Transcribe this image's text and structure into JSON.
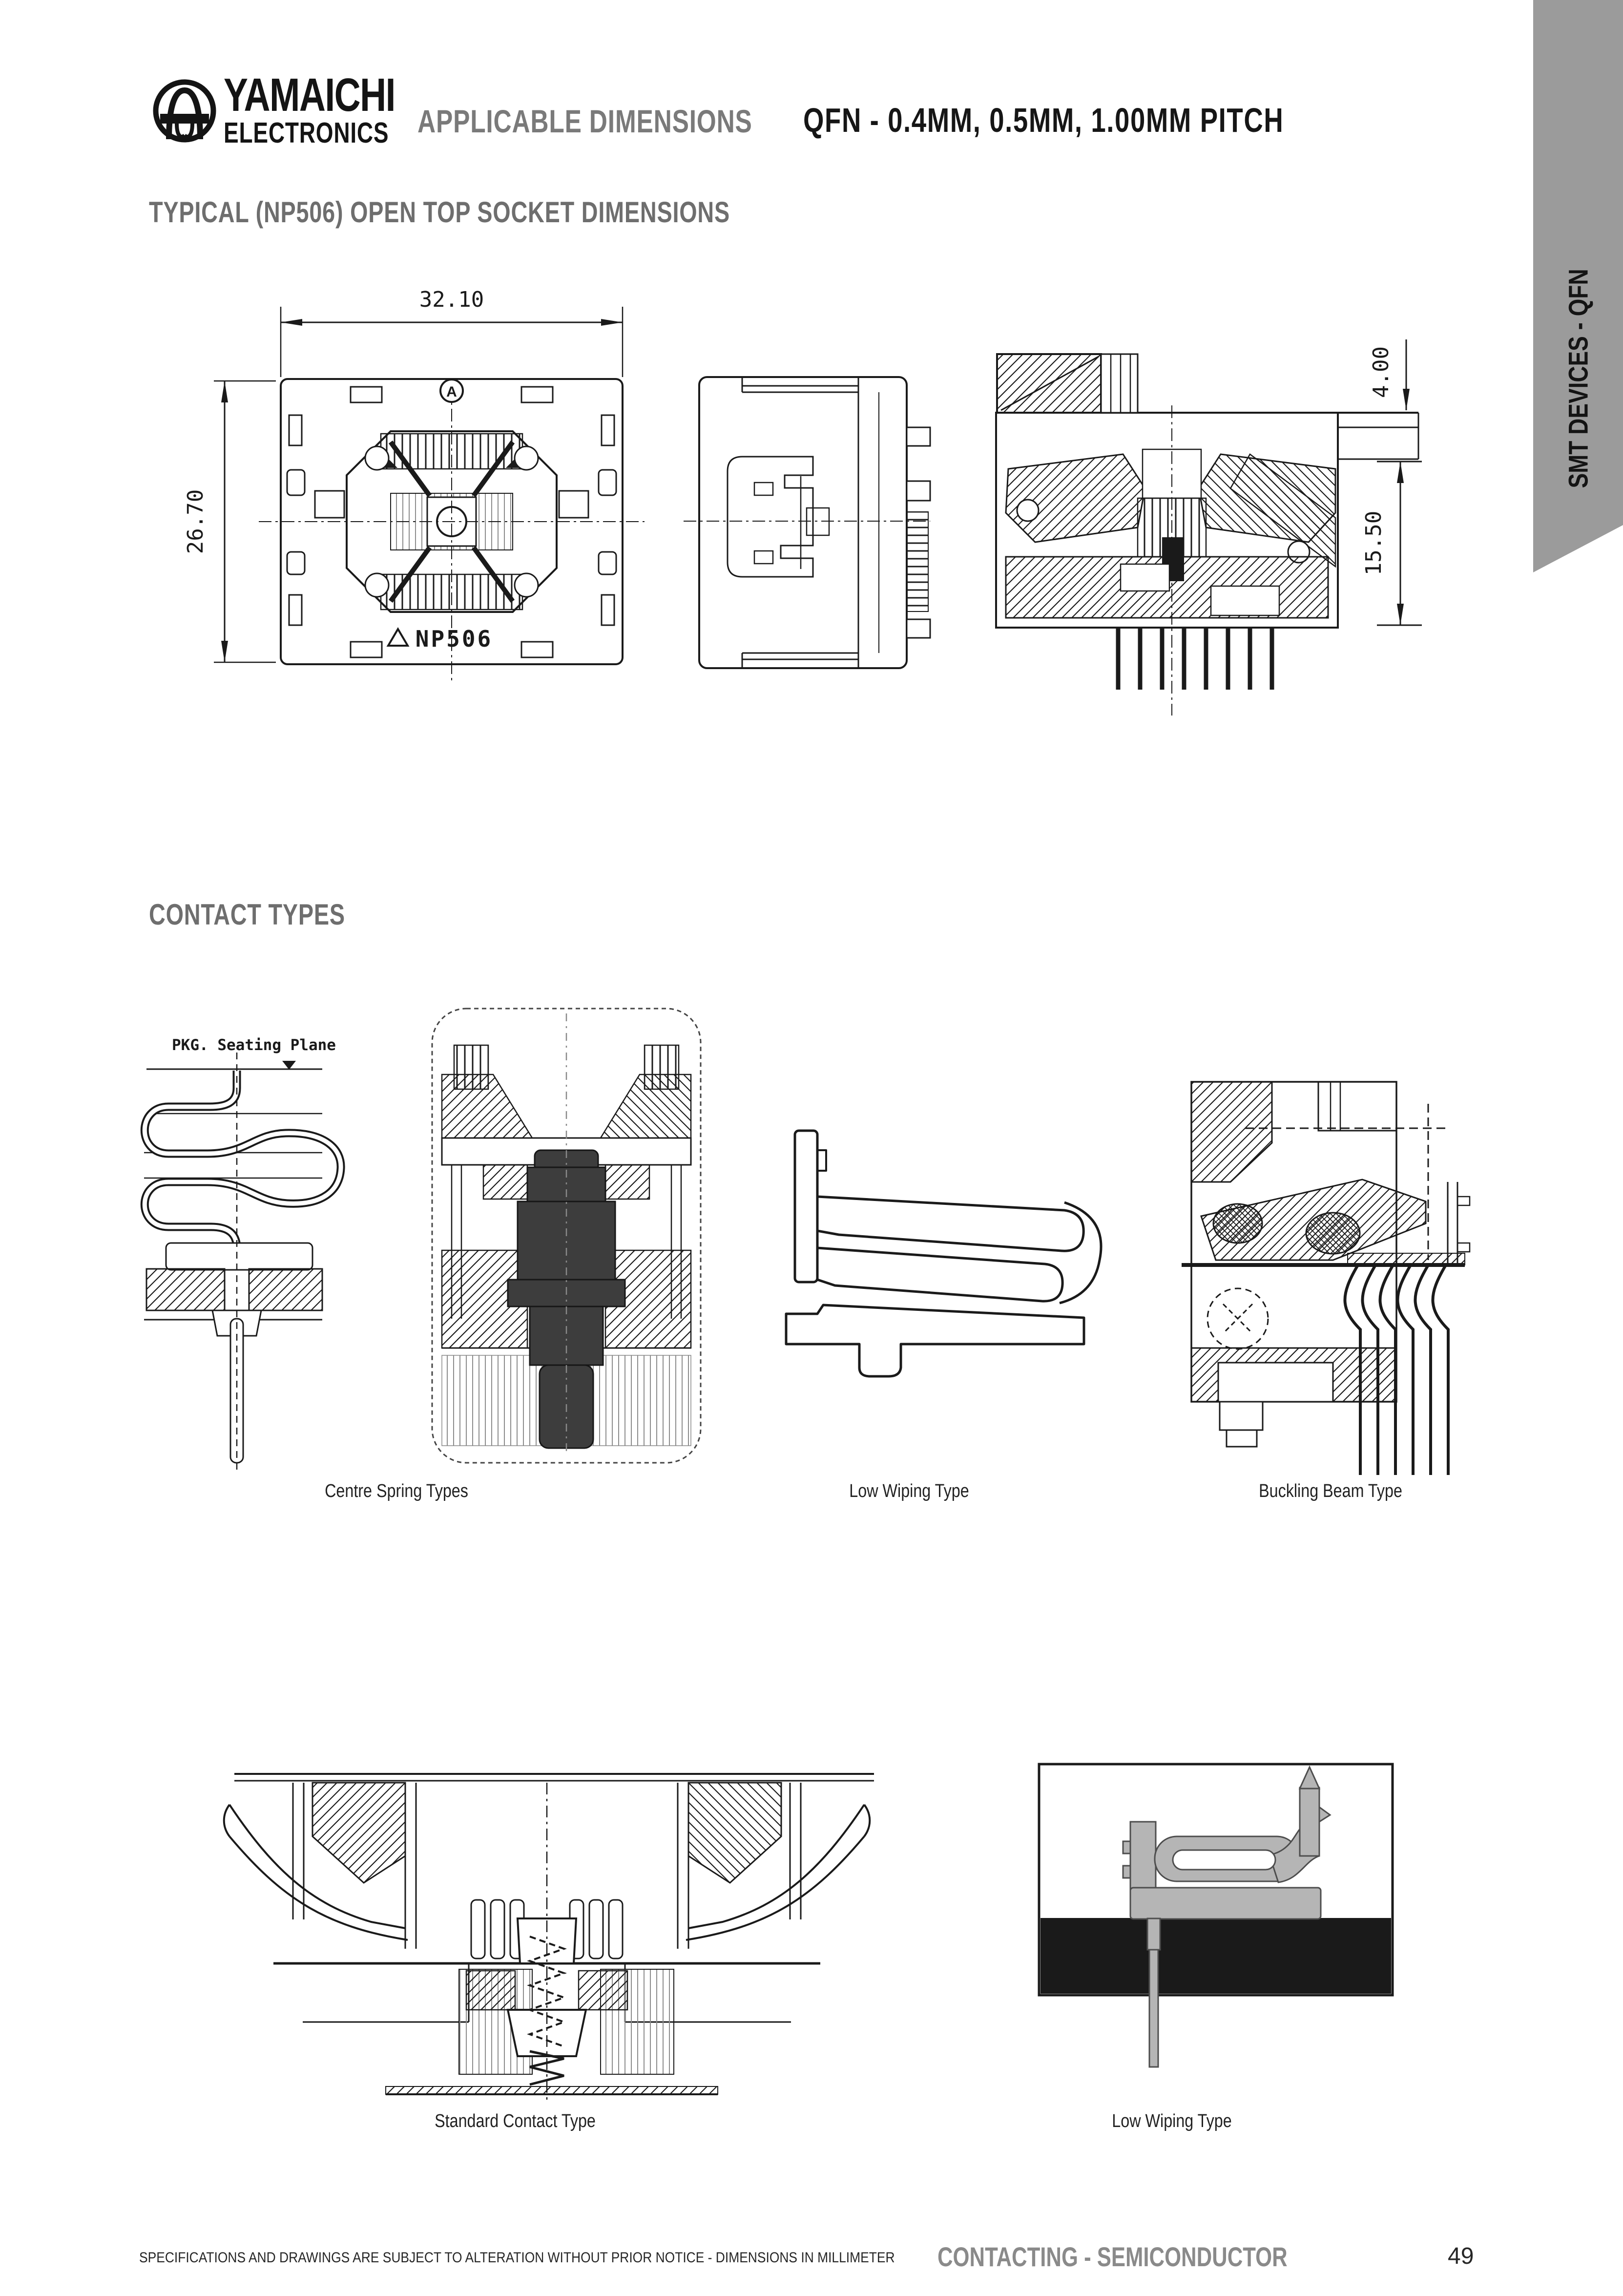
{
  "brand": {
    "line1": "YAMAICHI",
    "line2": "ELECTRONICS"
  },
  "header": {
    "section_title": "APPLICABLE DIMENSIONS",
    "pitch_title": "QFN - 0.4MM,  0.5MM,  1.00MM  PITCH"
  },
  "side_tab": {
    "label": "SMT DEVICES  - QFN",
    "color": "#9b9b9b"
  },
  "socket_section": {
    "title": "TYPICAL (NP506) OPEN TOP SOCKET DIMENSIONS",
    "dim_width": "32.10",
    "dim_height": "26.70",
    "dim_top": "4.00",
    "dim_side": "15.50",
    "model_label": "NP506",
    "datum_label": "A"
  },
  "contact_section": {
    "title": "CONTACT TYPES",
    "seating_plane_label": "PKG. Seating Plane",
    "caption_centre_spring": "Centre Spring Types",
    "caption_low_wiping": "Low Wiping Type",
    "caption_buckling": "Buckling Beam Type",
    "caption_standard": "Standard Contact  Type",
    "caption_low_wiping_2": "Low Wiping Type"
  },
  "footer": {
    "disclaimer": "SPECIFICATIONS AND DRAWINGS ARE SUBJECT TO ALTERATION WITHOUT PRIOR  NOTICE  -  DIMENSIONS IN MILLIMETER",
    "series": "CONTACTING - SEMICONDUCTOR",
    "page_number": "49"
  },
  "colors": {
    "ink": "#1a1a1a",
    "tab_gray": "#9b9b9b",
    "title_gray": "#6e6e6e",
    "footer_gray": "#8a8a8a",
    "contact_gray": "#b5b5b5"
  }
}
